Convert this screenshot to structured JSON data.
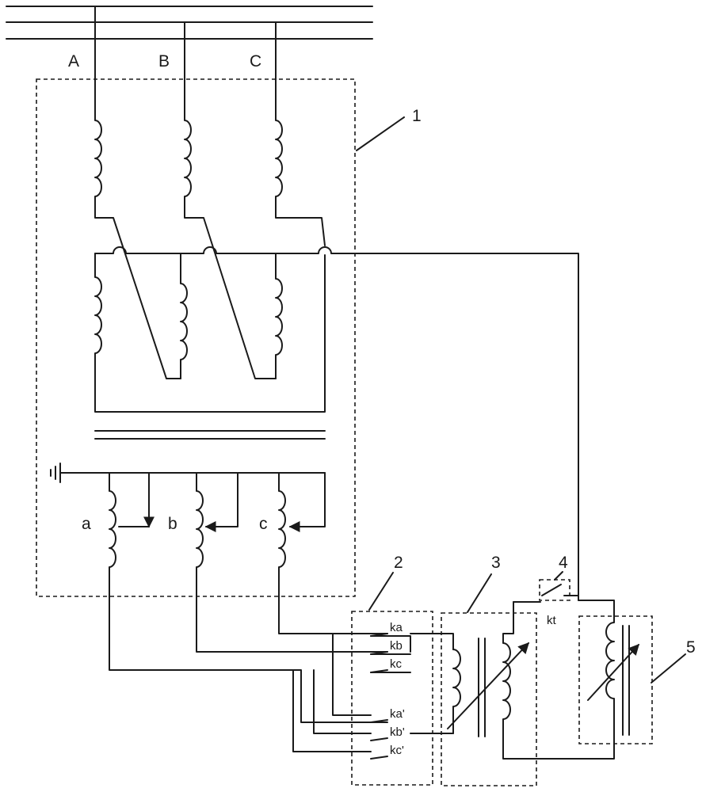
{
  "phases": [
    "A",
    "B",
    "C"
  ],
  "secondary": [
    "a",
    "b",
    "c"
  ],
  "callouts": [
    "1",
    "2",
    "3",
    "4",
    "5"
  ],
  "switch_label": "kt",
  "terminals": [
    "ka",
    "kb",
    "kc",
    "ka'",
    "kb'",
    "kc'"
  ]
}
